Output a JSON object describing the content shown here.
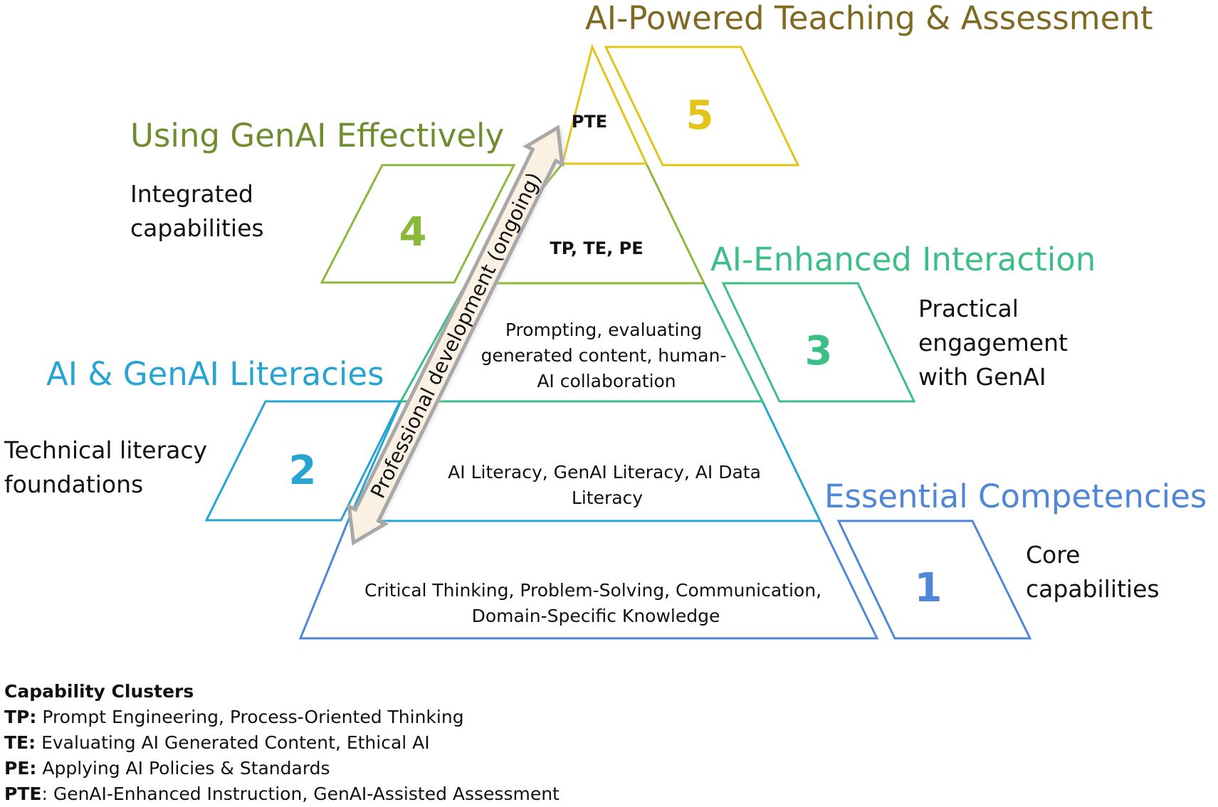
{
  "colors": {
    "level1": "#4f86d8",
    "level2": "#27a4d2",
    "level3": "#3cbf86",
    "level4": "#8bb93a",
    "level5": "#e3c41a",
    "heading1": "#4f86d8",
    "heading2": "#27a4d2",
    "heading3": "#3cbf86",
    "heading4": "#6f8c2e",
    "heading5": "#806a22",
    "arrow_fill": "#fbf1e3",
    "arrow_stroke": "#a8a8a8"
  },
  "levels": [
    {
      "number": "1",
      "heading": "Essential Competencies",
      "description": [
        "Core",
        "capabilities"
      ],
      "layer_lines": [
        "Critical Thinking, Problem-Solving, Communication,",
        "Domain-Specific Knowledge"
      ]
    },
    {
      "number": "2",
      "heading": "AI & GenAI Literacies",
      "description": [
        "Technical literacy",
        "foundations"
      ],
      "layer_lines": [
        "AI Literacy, GenAI Literacy, AI Data",
        "Literacy"
      ]
    },
    {
      "number": "3",
      "heading": "AI-Enhanced Interaction",
      "description": [
        "Practical",
        "engagement",
        "with GenAI"
      ],
      "layer_lines": [
        "Prompting, evaluating",
        "generated content, human-",
        "AI collaboration"
      ]
    },
    {
      "number": "4",
      "heading": "Using GenAI Effectively",
      "description": [
        "Integrated",
        "capabilities"
      ],
      "layer_lines": [
        "TP, TE, PE"
      ]
    },
    {
      "number": "5",
      "heading": "AI-Powered Teaching & Assessment",
      "description": [],
      "layer_lines": [
        "PTE"
      ]
    }
  ],
  "arrow_label": "Professional development (ongoing)",
  "legend": {
    "title": "Capability Clusters",
    "items": [
      {
        "key": "TP:",
        "text": " Prompt Engineering, Process-Oriented Thinking"
      },
      {
        "key": "TE:",
        "text": " Evaluating AI Generated Content, Ethical AI"
      },
      {
        "key": "PE:",
        "text": " Applying AI Policies & Standards"
      },
      {
        "key": "PTE",
        "text": ": GenAI-Enhanced Instruction, GenAI-Assisted Assessment"
      }
    ]
  }
}
